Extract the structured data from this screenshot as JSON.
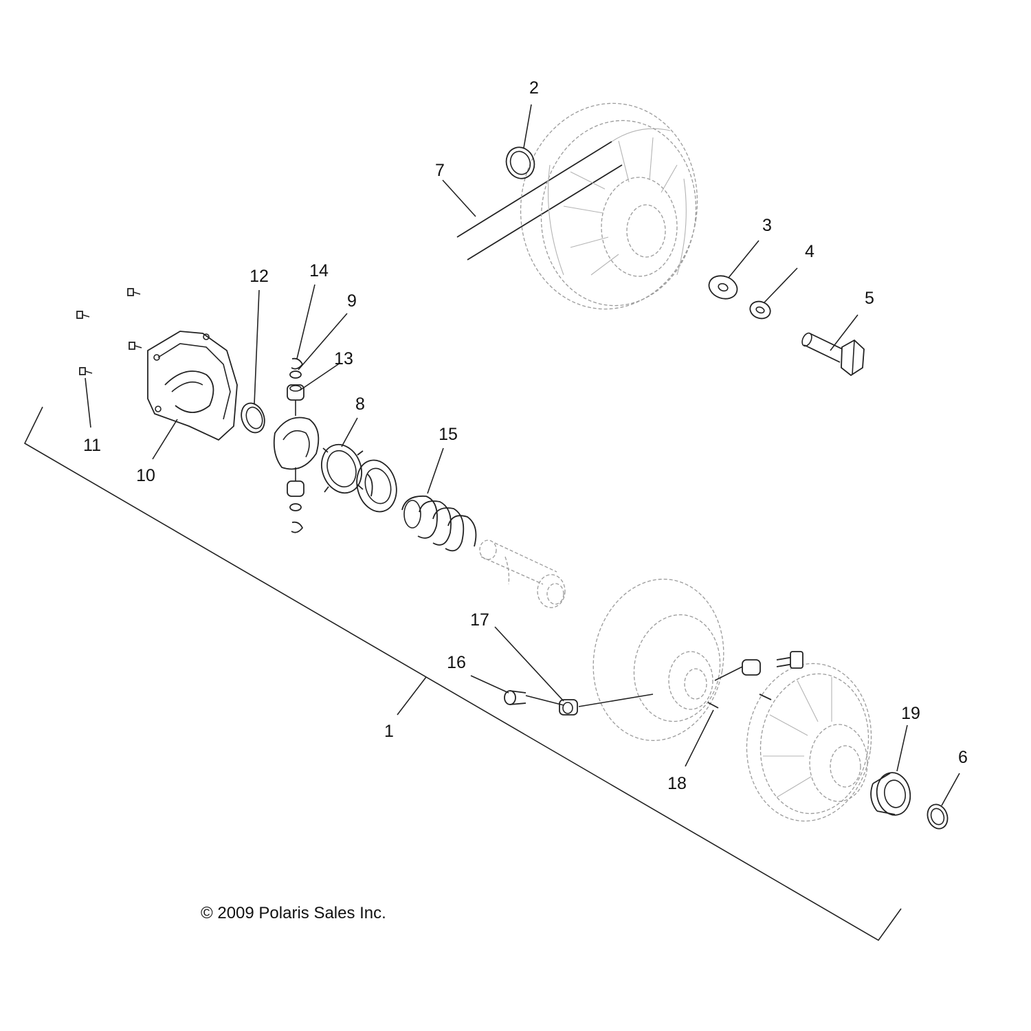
{
  "copyright": "© 2009 Polaris Sales Inc.",
  "callouts": [
    {
      "id": "1",
      "label": "1"
    },
    {
      "id": "2",
      "label": "2"
    },
    {
      "id": "3",
      "label": "3"
    },
    {
      "id": "4",
      "label": "4"
    },
    {
      "id": "5",
      "label": "5"
    },
    {
      "id": "6",
      "label": "6"
    },
    {
      "id": "7",
      "label": "7"
    },
    {
      "id": "8",
      "label": "8"
    },
    {
      "id": "9",
      "label": "9"
    },
    {
      "id": "10",
      "label": "10"
    },
    {
      "id": "11",
      "label": "11"
    },
    {
      "id": "12",
      "label": "12"
    },
    {
      "id": "13",
      "label": "13"
    },
    {
      "id": "14",
      "label": "14"
    },
    {
      "id": "15",
      "label": "15"
    },
    {
      "id": "16",
      "label": "16"
    },
    {
      "id": "17",
      "label": "17"
    },
    {
      "id": "18",
      "label": "18"
    },
    {
      "id": "19",
      "label": "19"
    }
  ]
}
